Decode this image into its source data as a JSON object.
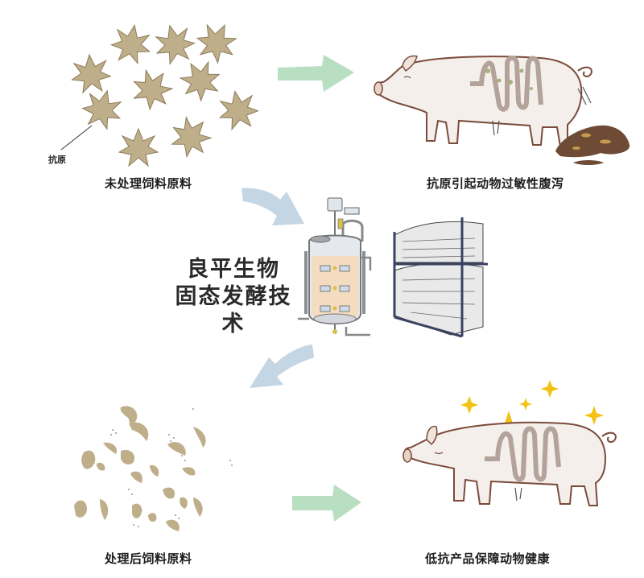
{
  "diagram": {
    "title_lines": [
      "良平生物",
      "固态发酵技术"
    ],
    "stages": {
      "raw_feed": {
        "caption": "未处理饲料原料",
        "annotation": "抗原"
      },
      "sick_pig": {
        "caption": "抗原引起动物过敏性腹泻"
      },
      "processed_feed": {
        "caption": "处理后饲料原料"
      },
      "healthy_pig": {
        "caption": "低抗产品保障动物健康"
      }
    },
    "arrows": [
      {
        "from": "raw_feed",
        "to": "sick_pig",
        "color": "#b9dfc3"
      },
      {
        "from": "raw_feed",
        "to": "fermentation",
        "color": "#c4d5e4"
      },
      {
        "from": "fermentation",
        "to": "processed_feed",
        "color": "#c4d5e4"
      },
      {
        "from": "processed_feed",
        "to": "healthy_pig",
        "color": "#b9dfc3"
      }
    ],
    "icons": [
      "antigen-particle-icon",
      "pig-diarrhea-icon",
      "fermenter-tank-icon",
      "feed-bag-rack-icon",
      "feed-fragment-icon",
      "healthy-pig-icon",
      "sparkle-icon"
    ]
  },
  "colors": {
    "particle": "#bfae8a",
    "particle_edge": "#8d7c59",
    "pig_outline": "#7b4a3a",
    "pig_fill": "#f4efeb",
    "manure": "#6e4b35",
    "tank_liquid": "#f3dcc0",
    "tank_metal": "#8a8f96",
    "rack": "#3a4260",
    "sparkle": "#f2c314"
  }
}
